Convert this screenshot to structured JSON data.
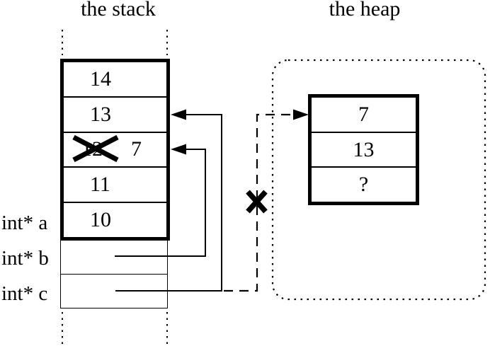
{
  "titles": {
    "stack": "the stack",
    "heap": "the heap"
  },
  "stack": {
    "rows": [
      {
        "value": "14"
      },
      {
        "value": "13"
      },
      {
        "value": "12",
        "crossed_out": true,
        "overwritten_by": "7"
      },
      {
        "value": "11"
      },
      {
        "value": "10"
      }
    ],
    "pointer_labels": [
      {
        "name": "a",
        "text": "int* a"
      },
      {
        "name": "b",
        "text": "int* b"
      },
      {
        "name": "c",
        "text": "int* c"
      }
    ]
  },
  "heap": {
    "rows": [
      {
        "value": "7"
      },
      {
        "value": "13"
      },
      {
        "value": "?"
      }
    ]
  },
  "connections": [
    {
      "from": "int* b",
      "to": "stack slot containing 7 (crossed-out 12)",
      "style": "solid-arrow"
    },
    {
      "from": "int* c",
      "to": "stack slot containing 13",
      "style": "solid-arrow"
    },
    {
      "from": "int* c",
      "to": "heap block slot 7",
      "style": "dashed-arrow",
      "invalidated": true
    }
  ],
  "icons": {
    "invalid_pointer_x": "cross-out-x",
    "overwritten_value_x": "cross-out-x",
    "arrowhead": "filled-triangle"
  },
  "colors": {
    "ink": "#000000",
    "background": "#ffffff"
  }
}
